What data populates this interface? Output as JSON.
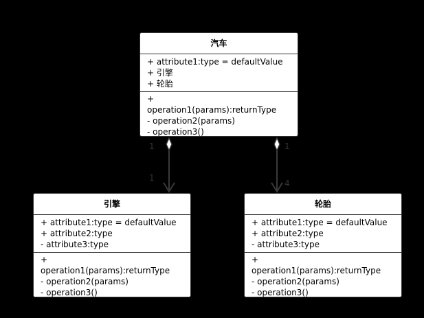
{
  "classes": {
    "car": {
      "name": "汽车",
      "attributes": [
        "+ attribute1:type = defaultValue",
        "+ 引擎",
        "+ 轮胎"
      ],
      "operations": [
        "+",
        "operation1(params):returnType",
        "- operation2(params)",
        "- operation3()"
      ]
    },
    "engine": {
      "name": "引擎",
      "attributes": [
        "+ attribute1:type = defaultValue",
        "+ attribute2:type",
        "- attribute3:type"
      ],
      "operations": [
        "+",
        "operation1(params):returnType",
        "- operation2(params)",
        "- operation3()"
      ]
    },
    "tire": {
      "name": "轮胎",
      "attributes": [
        "+ attribute1:type = defaultValue",
        "+ attribute2:type",
        "- attribute3:type"
      ],
      "operations": [
        "+",
        "operation1(params):returnType",
        "- operation2(params)",
        "- operation3()"
      ]
    }
  },
  "relations": {
    "car_engine": {
      "source_multiplicity": "1",
      "target_multiplicity": "1"
    },
    "car_tire": {
      "source_multiplicity": "1",
      "target_multiplicity": "4"
    }
  },
  "colors": {
    "background": "#000000",
    "box": "#ffffff",
    "border": "#333333",
    "connector": "#3a3a3a"
  }
}
